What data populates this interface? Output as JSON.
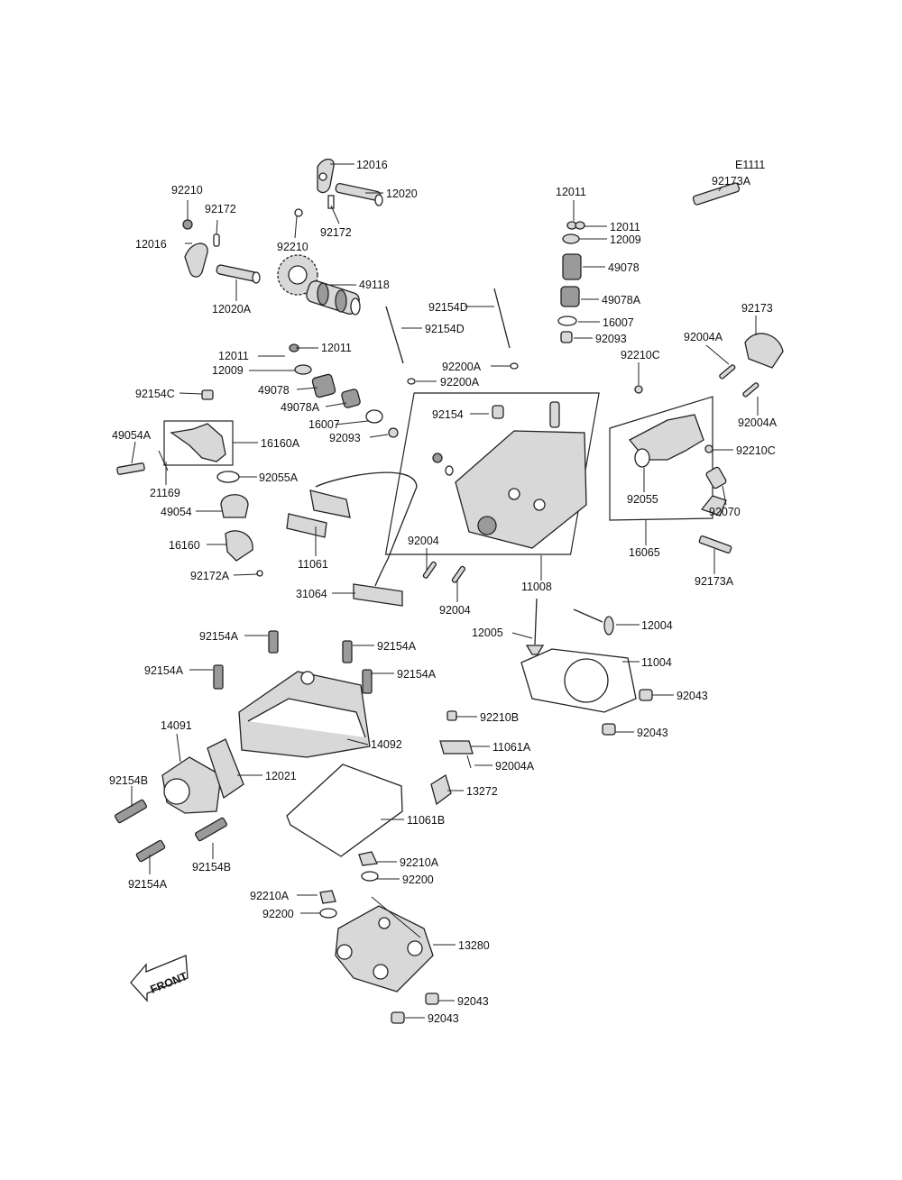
{
  "diagram": {
    "code": "E1111",
    "front_label": "FRONT",
    "parts": [
      {
        "id": "p12016a",
        "number": "12016"
      },
      {
        "id": "p12020",
        "number": "12020"
      },
      {
        "id": "p92172a",
        "number": "92172"
      },
      {
        "id": "p92210a",
        "number": "92210"
      },
      {
        "id": "p92210b",
        "number": "92210"
      },
      {
        "id": "p92172b",
        "number": "92172"
      },
      {
        "id": "p12016b",
        "number": "12016"
      },
      {
        "id": "p12020A",
        "number": "12020A"
      },
      {
        "id": "p49118",
        "number": "49118"
      },
      {
        "id": "p92154D1",
        "number": "92154D"
      },
      {
        "id": "p92154D2",
        "number": "92154D"
      },
      {
        "id": "p12011a",
        "number": "12011"
      },
      {
        "id": "p12011b",
        "number": "12011"
      },
      {
        "id": "p12009a",
        "number": "12009"
      },
      {
        "id": "p49078a",
        "number": "49078"
      },
      {
        "id": "p49078Aa",
        "number": "49078A"
      },
      {
        "id": "p16007a",
        "number": "16007"
      },
      {
        "id": "p92093a",
        "number": "92093"
      },
      {
        "id": "p12011c",
        "number": "12011"
      },
      {
        "id": "p12011d",
        "number": "12011"
      },
      {
        "id": "p12009b",
        "number": "12009"
      },
      {
        "id": "p49078b",
        "number": "49078"
      },
      {
        "id": "p49078Ab",
        "number": "49078A"
      },
      {
        "id": "p16007b",
        "number": "16007"
      },
      {
        "id": "p92093b",
        "number": "92093"
      },
      {
        "id": "p92200A1",
        "number": "92200A"
      },
      {
        "id": "p92200A2",
        "number": "92200A"
      },
      {
        "id": "p92154C",
        "number": "92154C"
      },
      {
        "id": "p49054A",
        "number": "49054A"
      },
      {
        "id": "p16160A",
        "number": "16160A"
      },
      {
        "id": "p21169",
        "number": "21169"
      },
      {
        "id": "p92055A",
        "number": "92055A"
      },
      {
        "id": "p49054",
        "number": "49054"
      },
      {
        "id": "p16160",
        "number": "16160"
      },
      {
        "id": "p92172A",
        "number": "92172A"
      },
      {
        "id": "p11061",
        "number": "11061"
      },
      {
        "id": "p31064",
        "number": "31064"
      },
      {
        "id": "p92154",
        "number": "92154"
      },
      {
        "id": "p92004a",
        "number": "92004"
      },
      {
        "id": "p92004b",
        "number": "92004"
      },
      {
        "id": "p11008",
        "number": "11008"
      },
      {
        "id": "p92173Aa",
        "number": "92173A"
      },
      {
        "id": "p92173",
        "number": "92173"
      },
      {
        "id": "p92004Aa",
        "number": "92004A"
      },
      {
        "id": "p92210C1",
        "number": "92210C"
      },
      {
        "id": "p92004Ab",
        "number": "92004A"
      },
      {
        "id": "p92210C2",
        "number": "92210C"
      },
      {
        "id": "p92055",
        "number": "92055"
      },
      {
        "id": "p92070",
        "number": "92070"
      },
      {
        "id": "p16065",
        "number": "16065"
      },
      {
        "id": "p92173Ab",
        "number": "92173A"
      },
      {
        "id": "p12004",
        "number": "12004"
      },
      {
        "id": "p12005",
        "number": "12005"
      },
      {
        "id": "p11004",
        "number": "11004"
      },
      {
        "id": "p92043a",
        "number": "92043"
      },
      {
        "id": "p92043b",
        "number": "92043"
      },
      {
        "id": "p92154Aa",
        "number": "92154A"
      },
      {
        "id": "p92154Ab",
        "number": "92154A"
      },
      {
        "id": "p92154Ac",
        "number": "92154A"
      },
      {
        "id": "p92154Ad",
        "number": "92154A"
      },
      {
        "id": "p14091",
        "number": "14091"
      },
      {
        "id": "p14092",
        "number": "14092"
      },
      {
        "id": "p12021",
        "number": "12021"
      },
      {
        "id": "p92210B",
        "number": "92210B"
      },
      {
        "id": "p11061A",
        "number": "11061A"
      },
      {
        "id": "p92004Ac",
        "number": "92004A"
      },
      {
        "id": "p13272",
        "number": "13272"
      },
      {
        "id": "p11061B",
        "number": "11061B"
      },
      {
        "id": "p92154Ba",
        "number": "92154B"
      },
      {
        "id": "p92154Ae",
        "number": "92154A"
      },
      {
        "id": "p92154Bb",
        "number": "92154B"
      },
      {
        "id": "p92210Aa",
        "number": "92210A"
      },
      {
        "id": "p92200a",
        "number": "92200"
      },
      {
        "id": "p92210Ab",
        "number": "92210A"
      },
      {
        "id": "p92200b",
        "number": "92200"
      },
      {
        "id": "p13280",
        "number": "13280"
      },
      {
        "id": "p92043c",
        "number": "92043"
      },
      {
        "id": "p92043d",
        "number": "92043"
      }
    ]
  }
}
